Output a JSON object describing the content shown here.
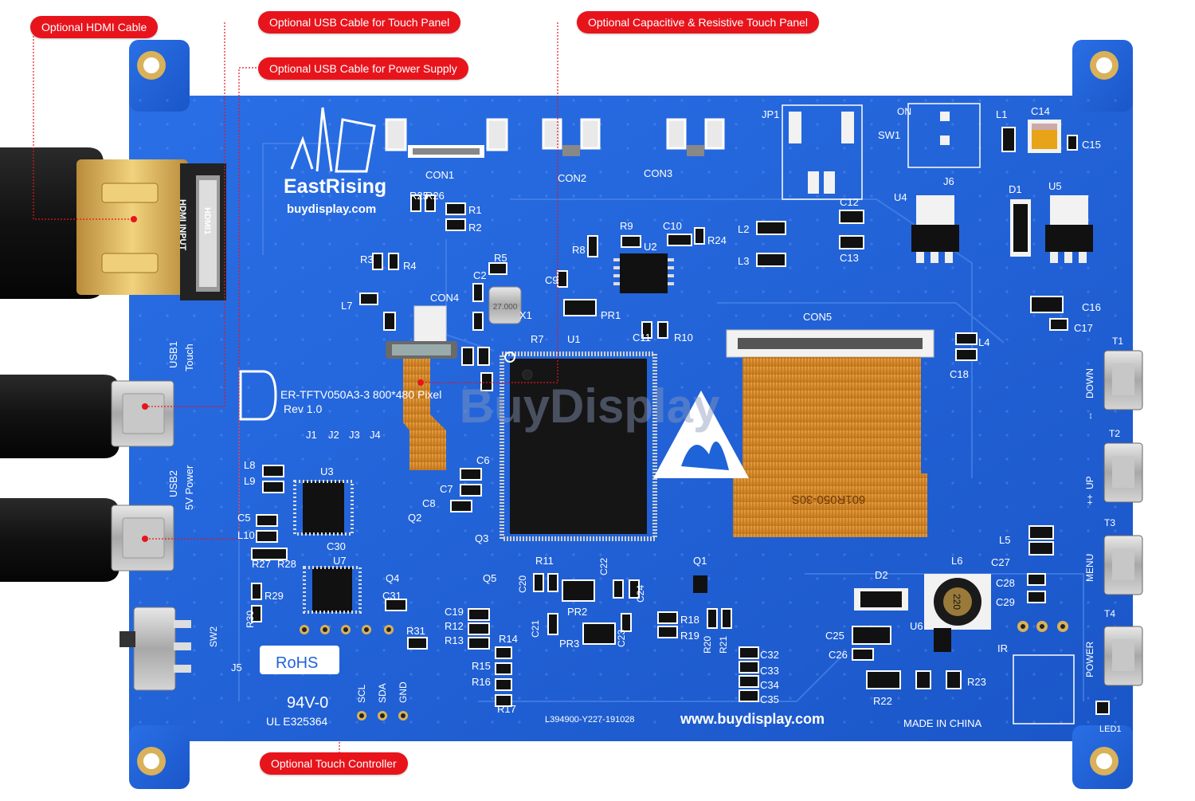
{
  "callouts": {
    "hdmi_cable": "Optional HDMI Cable",
    "usb_touch": "Optional USB Cable for Touch Panel",
    "usb_power": "Optional USB Cable for Power Supply",
    "touch_panel": "Optional Capacitive & Resistive Touch Panel",
    "touch_controller": "Optional Touch Controller"
  },
  "board": {
    "brand": "EastRising",
    "website": "buydisplay.com",
    "website_bottom": "www.buydisplay.com",
    "model": "ER-TFTV050A3-3  800*480 Pixel",
    "revision": "Rev 1.0",
    "hdmi_label_1": "HDMI INPUT",
    "hdmi_label_2": "HDMI1",
    "usb1_label": "USB1",
    "usb1_sub": "Touch",
    "usb2_label": "USB2",
    "usb2_sub": "5V Power",
    "rohs": "RoHS",
    "flammability": "94V-0",
    "ul_number": "UL E325364",
    "made_in": "MADE IN CHINA",
    "pcb_code": "L394900-Y227-191028",
    "crystal": "27.000",
    "inductor": "220",
    "fpc_text": "601R050-30S",
    "buttons": [
      "DOWN",
      "UP",
      "MENU",
      "POWER"
    ],
    "button_ids": [
      "T1",
      "T2",
      "T3",
      "T4"
    ],
    "button_marks": [
      "--",
      "++",
      "",
      ""
    ],
    "i2c_pins": [
      "SCL",
      "SDA",
      "GND"
    ],
    "ir_label": "IR",
    "led_label": "LED1",
    "switch_on": "ON",
    "watermark": "BuyDisplay",
    "designators": {
      "con1": "CON1",
      "con2": "CON2",
      "con3": "CON3",
      "con4": "CON4",
      "con5": "CON5",
      "jp1": "JP1",
      "sw1": "SW1",
      "sw2": "SW2",
      "j5": "J5",
      "j6": "J6",
      "u1": "U1",
      "u2": "U2",
      "u3": "U3",
      "u4": "U4",
      "u5": "U5",
      "u6": "U6",
      "u7": "U7",
      "l1": "L1",
      "l2": "L2",
      "l3": "L3",
      "l4": "L4",
      "l5": "L5",
      "l6": "L6",
      "l7": "L7",
      "c14": "C14",
      "c15": "C15",
      "c12": "C12",
      "c13": "C13",
      "c16": "C16",
      "c17": "C17",
      "c18": "C18",
      "c10": "C10",
      "c9": "C9",
      "c2": "C2",
      "c11": "C11",
      "r9": "R9",
      "r8": "R8",
      "r24": "R24",
      "r1": "R1",
      "r2": "R2",
      "r3": "R3",
      "r4": "R4",
      "r5": "R5",
      "r7": "R7",
      "r10": "R10",
      "r25": "R25",
      "r26": "R26",
      "pr1": "PR1",
      "x1": "X1",
      "d1": "D1",
      "j1": "J1",
      "j2": "J2",
      "j3": "J3",
      "j4": "J4",
      "l8": "L8",
      "l9": "L9",
      "c5": "C5",
      "l10": "L10",
      "r27": "R27",
      "r28": "R28",
      "c30": "C30",
      "r29": "R29",
      "r30": "R30",
      "c31": "C31",
      "r31": "R31",
      "q2": "Q2",
      "q3": "Q3",
      "q4": "Q4",
      "q5": "Q5",
      "c6": "C6",
      "c7": "C7",
      "c8": "C8",
      "c19": "C19",
      "r12": "R12",
      "r13": "R13",
      "r14": "R14",
      "r15": "R15",
      "r16": "R16",
      "r17": "R17",
      "r11": "R11",
      "c20": "C20",
      "c22": "C22",
      "pr2": "PR2",
      "c24": "C24",
      "c23": "C23",
      "pr3": "PR3",
      "c21": "C21",
      "q1": "Q1",
      "r18": "R18",
      "r19": "R19",
      "r20": "R20",
      "r21": "R21",
      "c32": "C32",
      "c33": "C33",
      "c34": "C34",
      "c35": "C35",
      "d2": "D2",
      "c25": "C25",
      "c26": "C26",
      "r22": "R22",
      "r23": "R23",
      "c27": "C27",
      "c28": "C28",
      "c29": "C29"
    }
  },
  "colors": {
    "pcb_blue": "#1f63d8",
    "callout_red": "#e8141c",
    "fpc_orange": "#d9892a",
    "gold": "#d8b15a"
  }
}
